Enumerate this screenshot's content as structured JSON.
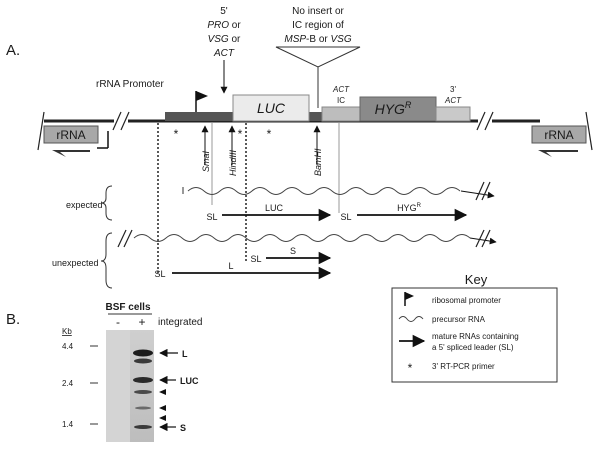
{
  "panel_a": {
    "label": "A.",
    "insert_top": {
      "line1": "5'",
      "line2_a": "PRO",
      "line2_b": " or",
      "line3_a": "VSG",
      "line3_b": " or",
      "line4": "ACT"
    },
    "insert_mid": {
      "line1": "No insert or",
      "line2": "IC region of",
      "line3_a": "MSP",
      "line3_b": "-B or ",
      "line3_c": "VSG"
    },
    "rrna_promoter": "rRNA Promoter",
    "luc": "LUC",
    "act_ic_1": "ACT",
    "act_ic_2": "IC",
    "hyg": "HYG",
    "hyg_sup": "R",
    "act3_1": "3'",
    "act3_2": "ACT",
    "rrna_left": "rRNA",
    "rrna_right": "rRNA",
    "sites": [
      "SmaI",
      "HindIII",
      "BamHI"
    ],
    "asterisk": "*",
    "expected": "expected",
    "unexpected": "unexpected",
    "sl": "SL",
    "luc_rna": "LUC",
    "hyg_rna": "HYG",
    "hyg_rna_sup": "R",
    "s_rna": "S",
    "l_rna": "L"
  },
  "panel_b": {
    "label": "B.",
    "bsf_cells": "BSF cells",
    "minus": "-",
    "plus": "+",
    "integrated": "integrated",
    "kb": "Kb",
    "markers": [
      "4.4",
      "2.4",
      "1.4"
    ],
    "band_labels": [
      "L",
      "LUC",
      "S"
    ]
  },
  "key": {
    "title": "Key",
    "items": [
      "ribosomal promoter",
      "precursor RNA",
      "mature RNAs containing",
      "a 5' spliced leader (SL)",
      "3' RT-PCR primer"
    ]
  }
}
